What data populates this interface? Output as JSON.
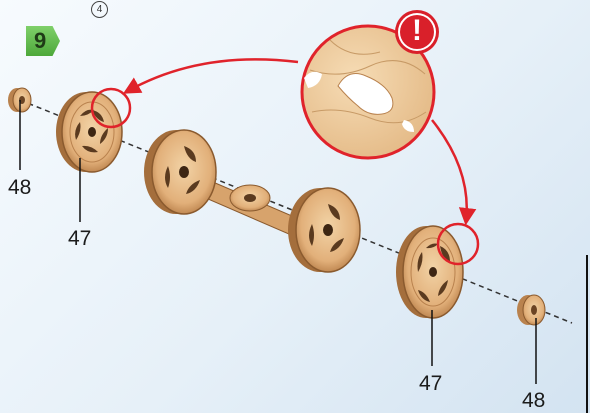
{
  "step": {
    "number": "9",
    "substep": "4"
  },
  "parts": {
    "left_cap": "48",
    "left_wheel": "47",
    "right_wheel": "47",
    "right_cap": "48"
  },
  "warning": {
    "symbol": "!"
  },
  "colors": {
    "step_green": "#4da83a",
    "wood_light": "#e8c08c",
    "wood_dark": "#b9824e",
    "warning_red": "#d9202a",
    "arrow_red": "#e0232b"
  },
  "icons": [
    "warning-icon",
    "detail-magnifier"
  ]
}
